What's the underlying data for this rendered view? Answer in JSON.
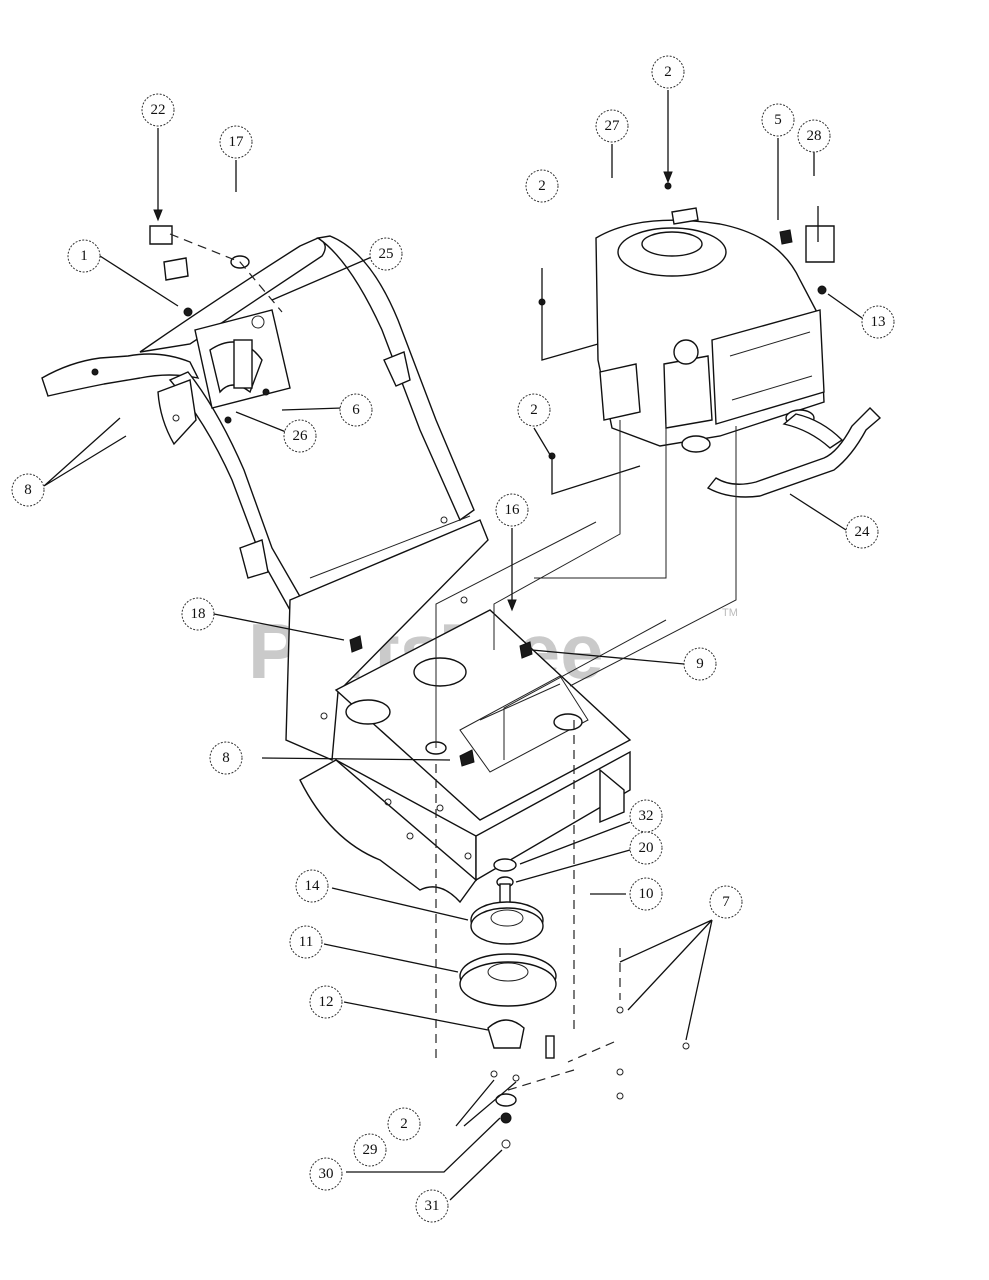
{
  "watermark": {
    "text": "PartsTree",
    "trademark": "TM"
  },
  "callouts": [
    {
      "id": "c22",
      "label": "22"
    },
    {
      "id": "c17",
      "label": "17"
    },
    {
      "id": "c1",
      "label": "1"
    },
    {
      "id": "c25",
      "label": "25"
    },
    {
      "id": "c6",
      "label": "6"
    },
    {
      "id": "c26",
      "label": "26"
    },
    {
      "id": "c8a",
      "label": "8"
    },
    {
      "id": "c2a",
      "label": "2"
    },
    {
      "id": "c27",
      "label": "27"
    },
    {
      "id": "c2b",
      "label": "2"
    },
    {
      "id": "c5",
      "label": "5"
    },
    {
      "id": "c28",
      "label": "28"
    },
    {
      "id": "c13",
      "label": "13"
    },
    {
      "id": "c2c",
      "label": "2"
    },
    {
      "id": "c16",
      "label": "16"
    },
    {
      "id": "c24",
      "label": "24"
    },
    {
      "id": "c18",
      "label": "18"
    },
    {
      "id": "c9",
      "label": "9"
    },
    {
      "id": "c8b",
      "label": "8"
    },
    {
      "id": "c32",
      "label": "32"
    },
    {
      "id": "c20",
      "label": "20"
    },
    {
      "id": "c10",
      "label": "10"
    },
    {
      "id": "c14",
      "label": "14"
    },
    {
      "id": "c7",
      "label": "7"
    },
    {
      "id": "c11",
      "label": "11"
    },
    {
      "id": "c12",
      "label": "12"
    },
    {
      "id": "c2d",
      "label": "2"
    },
    {
      "id": "c29",
      "label": "29"
    },
    {
      "id": "c30",
      "label": "30"
    },
    {
      "id": "c31",
      "label": "31"
    }
  ]
}
